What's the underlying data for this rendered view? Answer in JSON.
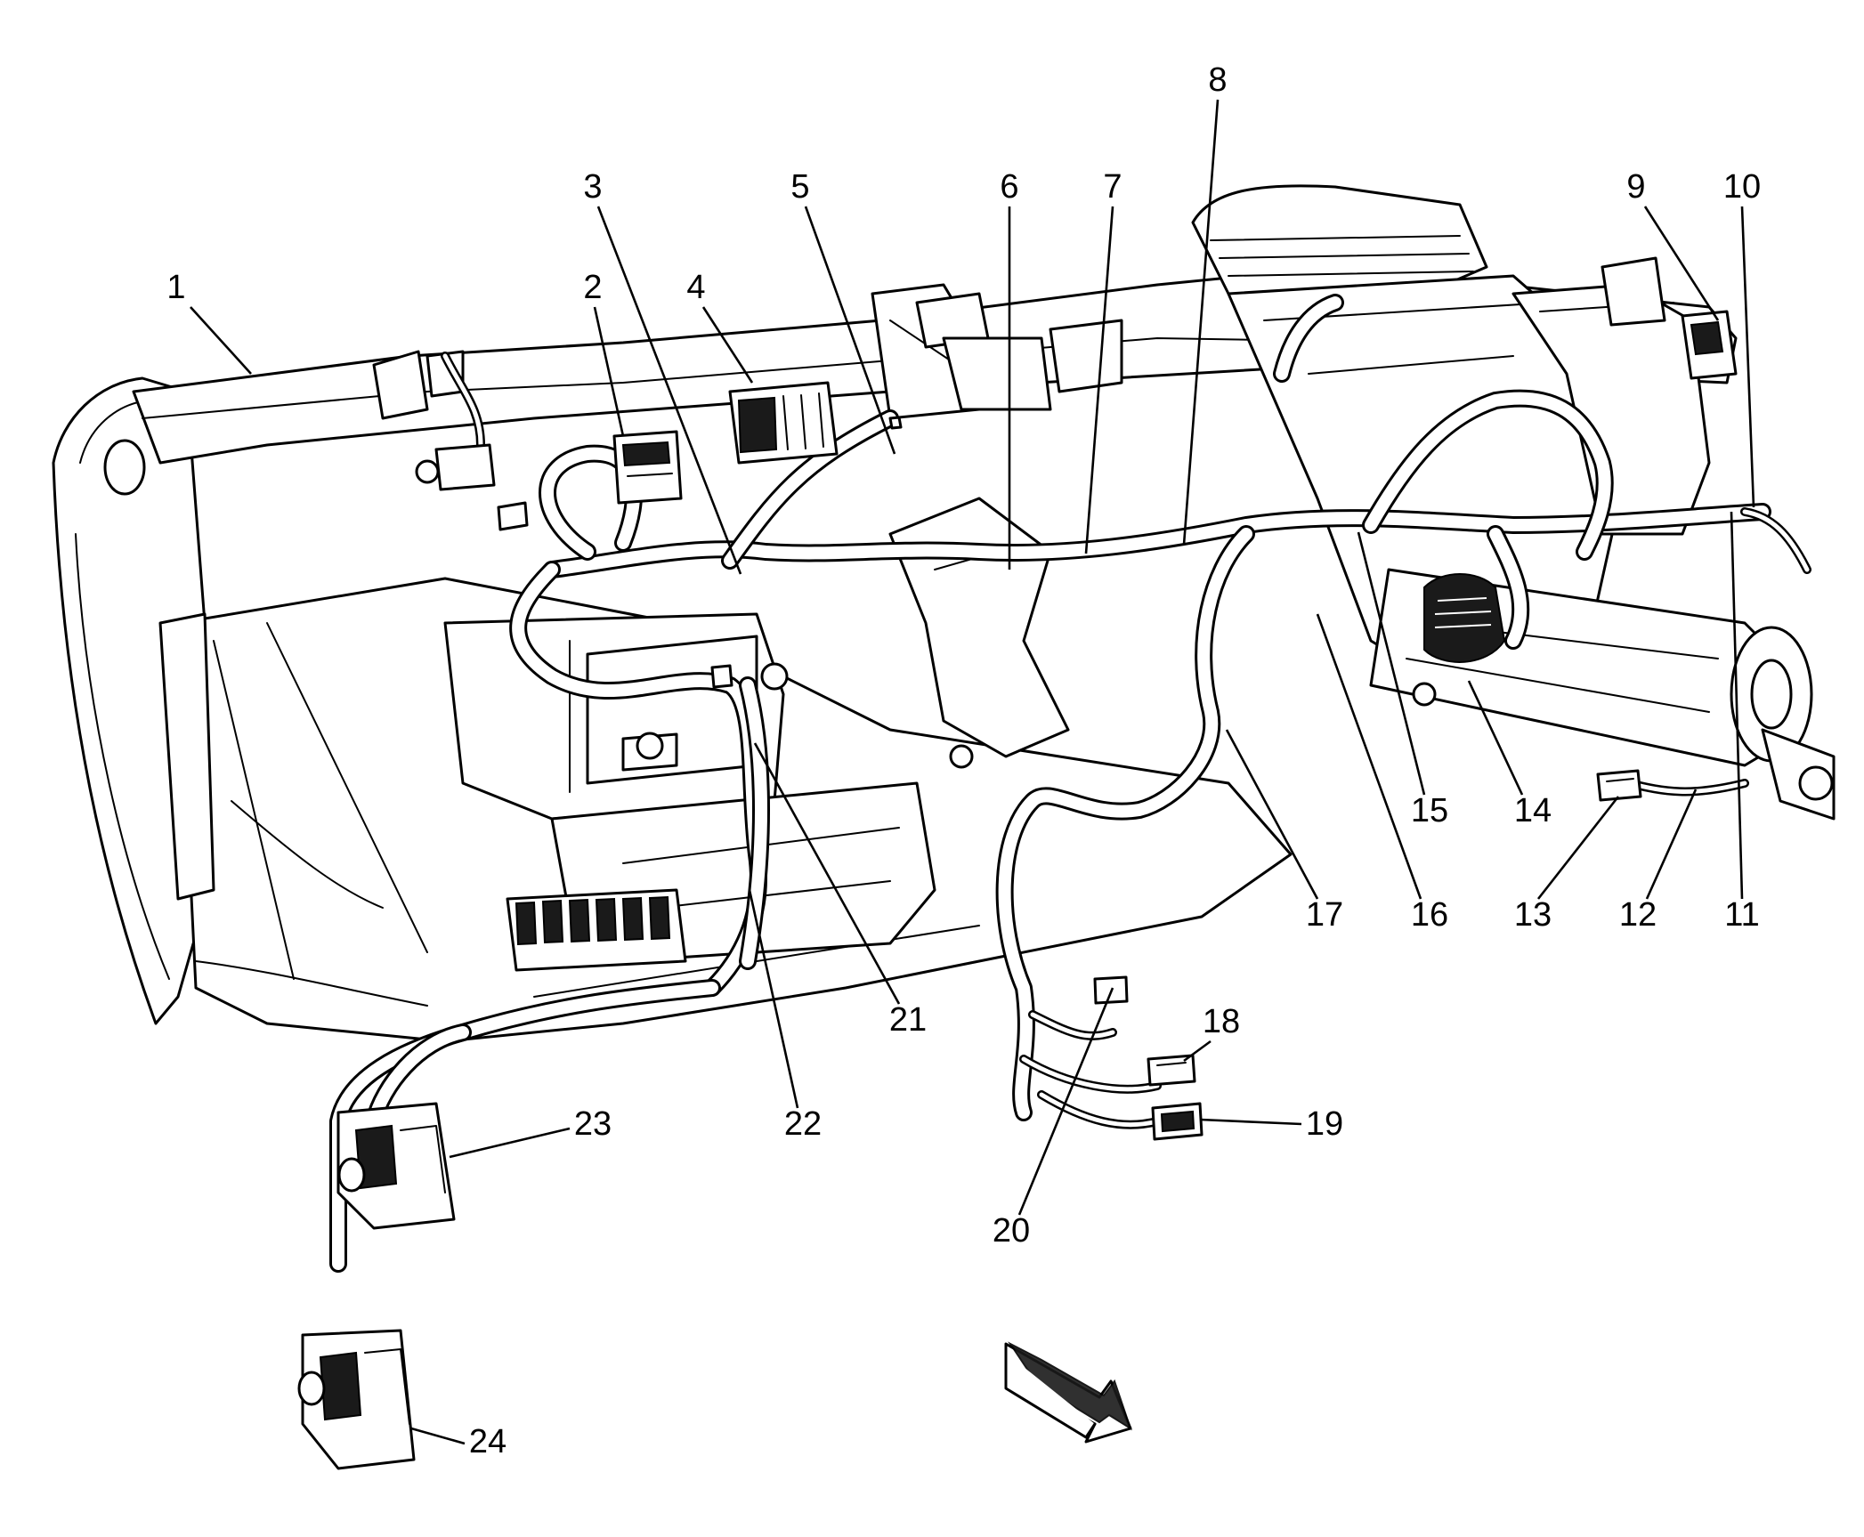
{
  "callouts": [
    {
      "id": "1",
      "label": "1"
    },
    {
      "id": "2",
      "label": "2"
    },
    {
      "id": "3",
      "label": "3"
    },
    {
      "id": "4",
      "label": "4"
    },
    {
      "id": "5",
      "label": "5"
    },
    {
      "id": "6",
      "label": "6"
    },
    {
      "id": "7",
      "label": "7"
    },
    {
      "id": "8",
      "label": "8"
    },
    {
      "id": "9",
      "label": "9"
    },
    {
      "id": "10",
      "label": "10"
    },
    {
      "id": "11",
      "label": "11"
    },
    {
      "id": "12",
      "label": "12"
    },
    {
      "id": "13",
      "label": "13"
    },
    {
      "id": "14",
      "label": "14"
    },
    {
      "id": "15",
      "label": "15"
    },
    {
      "id": "16",
      "label": "16"
    },
    {
      "id": "17",
      "label": "17"
    },
    {
      "id": "18",
      "label": "18"
    },
    {
      "id": "19",
      "label": "19"
    },
    {
      "id": "20",
      "label": "20"
    },
    {
      "id": "21",
      "label": "21"
    },
    {
      "id": "22",
      "label": "22"
    },
    {
      "id": "23",
      "label": "23"
    },
    {
      "id": "24",
      "label": "24"
    }
  ],
  "direction_arrow": {
    "icon": "vehicle-front-arrow-icon"
  }
}
